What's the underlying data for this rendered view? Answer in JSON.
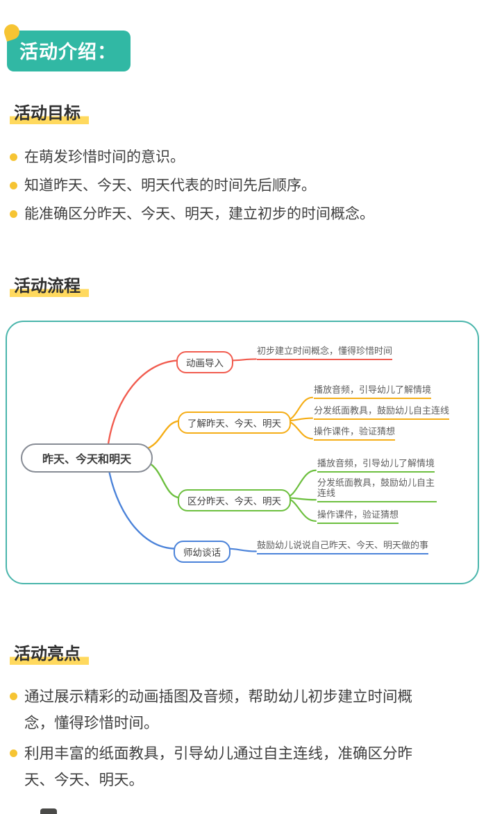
{
  "header": {
    "badge": "活动介绍："
  },
  "sections": {
    "goals": {
      "heading": "活动目标",
      "bullets": [
        "在萌发珍惜时间的意识。",
        "知道昨天、今天、明天代表的时间先后顺序。",
        "能准确区分昨天、今天、明天，建立初步的时间概念。"
      ]
    },
    "flow": {
      "heading": "活动流程",
      "mindmap": {
        "root": "昨天、今天和明天",
        "branches": [
          {
            "label": "动画导入",
            "color": "#f15b4e",
            "leaves": [
              "初步建立时间概念，懂得珍惜时间"
            ]
          },
          {
            "label": "了解昨天、今天、明天",
            "color": "#f5ad15",
            "leaves": [
              "播放音频，引导幼儿了解情境",
              "分发纸面教具，鼓励幼儿自主连线",
              "操作课件，验证猜想"
            ]
          },
          {
            "label": "区分昨天、今天、明天",
            "color": "#6cbf3e",
            "leaves": [
              "播放音频，引导幼儿了解情境",
              "分发纸面教具，鼓励幼儿自主连线",
              "操作课件，验证猜想"
            ]
          },
          {
            "label": "师幼谈话",
            "color": "#4a82d9",
            "leaves": [
              "鼓励幼儿说说自己昨天、今天、明天做的事"
            ]
          }
        ]
      }
    },
    "highlights": {
      "heading": "活动亮点",
      "bullets": [
        "通过展示精彩的动画插图及音频，帮助幼儿初步建立时间概念，懂得珍惜时间。",
        "利用丰富的纸面教具，引导幼儿通过自主连线，准确区分昨天、今天、明天。"
      ]
    }
  },
  "colors": {
    "badge_teal": "#31b8a4",
    "box_border_teal": "#49b5ab",
    "heading_highlight": "#ffd95e",
    "bullet_yellow": "#f6c433",
    "branch_red": "#f15b4e",
    "branch_yellow": "#f5ad15",
    "branch_green": "#6cbf3e",
    "branch_blue": "#4a82d9"
  }
}
